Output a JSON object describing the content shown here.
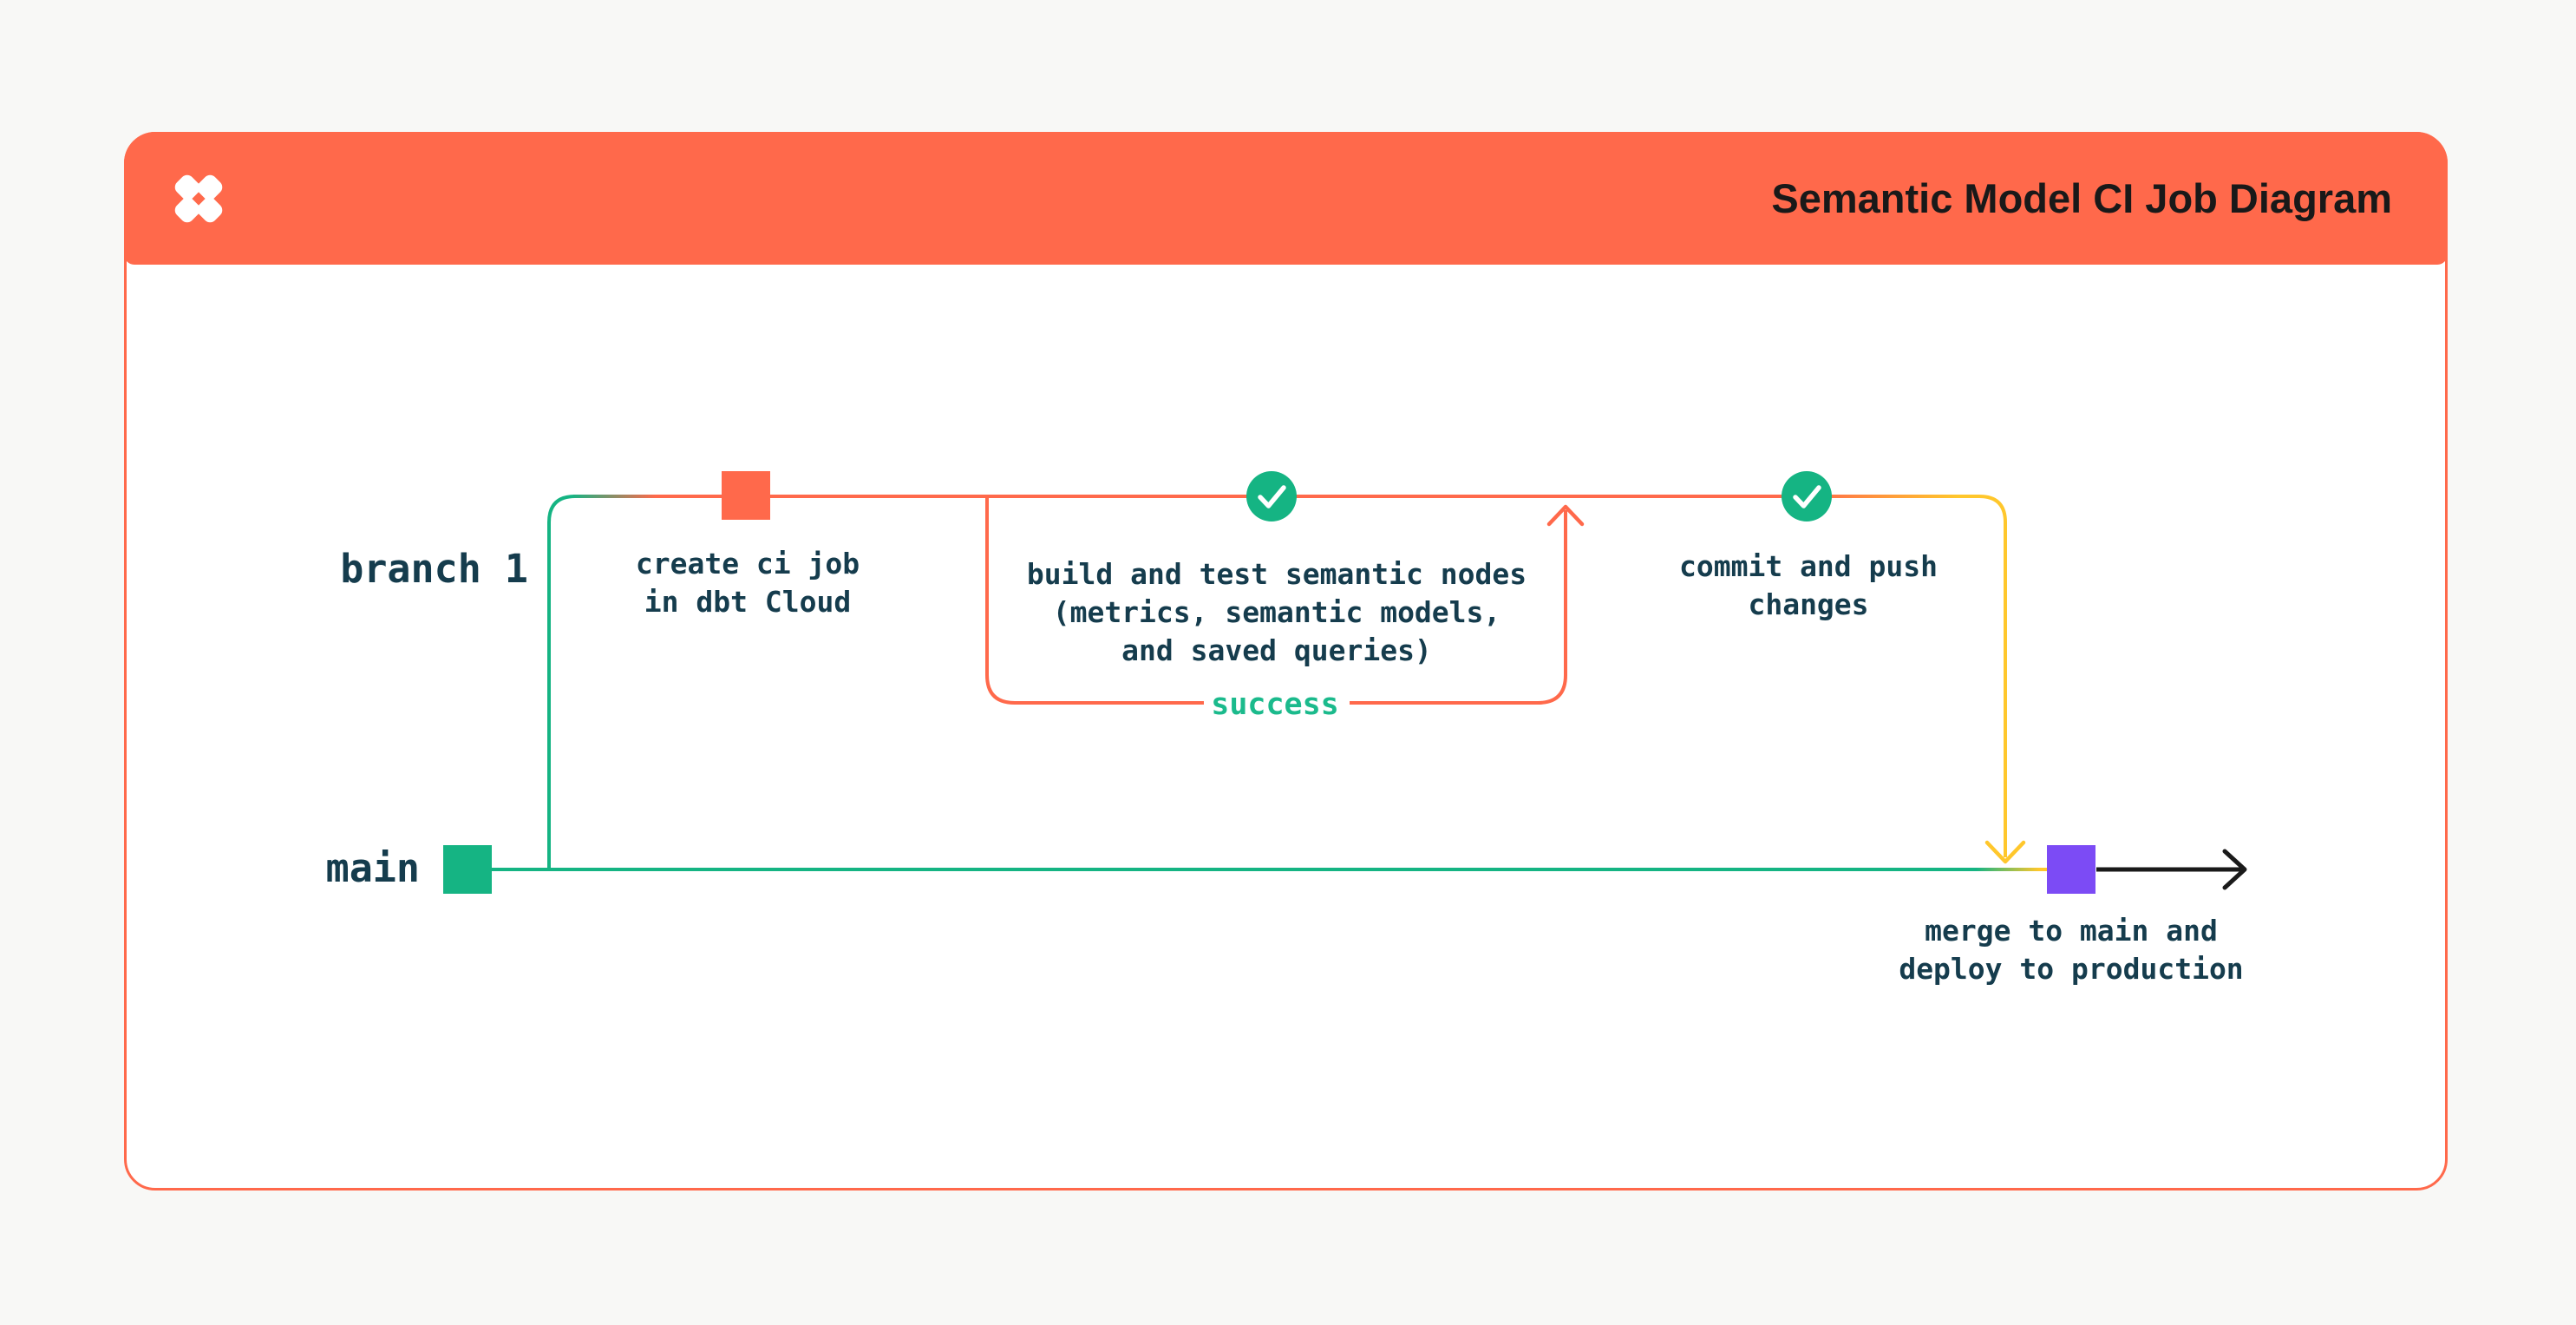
{
  "header": {
    "title": "Semantic Model CI Job Diagram",
    "logo_icon": "dbt-logo",
    "background": "#FF694B",
    "title_color": "#191919"
  },
  "labels": {
    "branch": "branch 1",
    "main": "main",
    "success": "success"
  },
  "nodes": {
    "create_ci": {
      "marker": "orange-commit-square",
      "lines": [
        "create ci job",
        "in dbt Cloud"
      ]
    },
    "build_test": {
      "marker": "check-circle",
      "lines": [
        "build and test semantic nodes",
        "(metrics, semantic models,",
        "and saved queries)"
      ]
    },
    "commit_push": {
      "marker": "check-circle",
      "lines": [
        "commit and push",
        "changes"
      ]
    },
    "merge_deploy": {
      "marker": "purple-commit-square",
      "lines": [
        "merge to main and",
        "deploy to production"
      ]
    }
  },
  "colors": {
    "orange": "#FF694B",
    "green": "#15B483",
    "success_green": "#1BBA8C",
    "yellow": "#FFC72C",
    "purple": "#7C4BF5",
    "ink": "#153C4D",
    "arrow_black": "#1A1A1A",
    "page_bg": "#F8F8F6",
    "card_bg": "#FFFFFF"
  }
}
